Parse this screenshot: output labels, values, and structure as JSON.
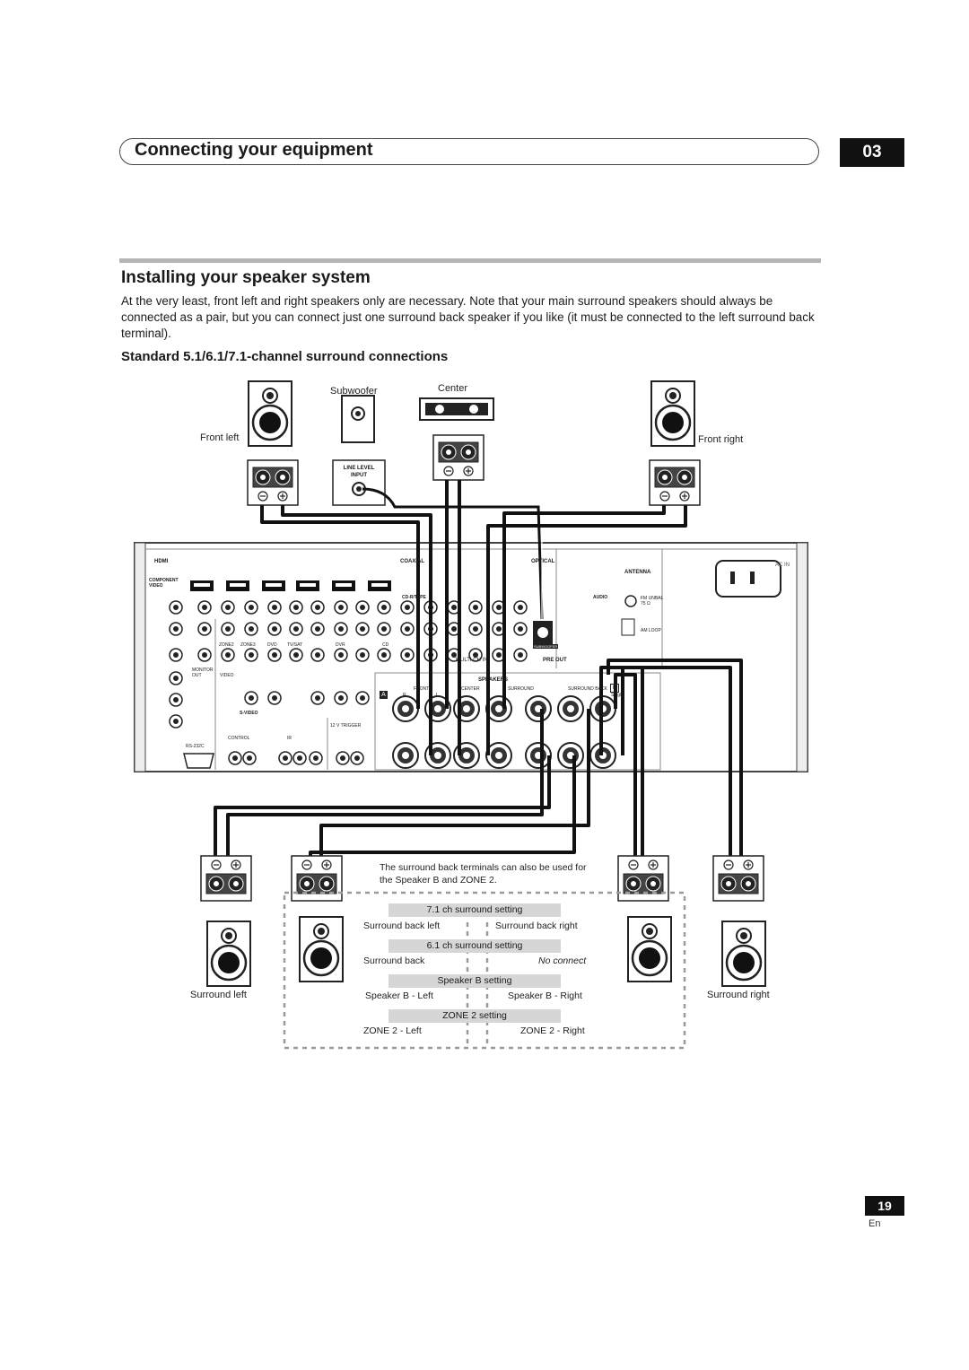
{
  "header": {
    "chapter_title": "Connecting your equipment",
    "chapter_number": "03"
  },
  "section": {
    "title": "Installing your speaker system",
    "intro": "At the very least, front left and right speakers only are necessary. Note that your main surround speakers should always be connected as a pair, but you can connect just one surround back speaker if you like (it must be connected to the left surround back terminal).",
    "subtitle": "Standard 5.1/6.1/7.1-channel surround connections"
  },
  "diagram": {
    "speakers": {
      "front_left": "Front left",
      "front_right": "Front right",
      "subwoofer": "Subwoofer",
      "center": "Center",
      "surround_left": "Surround left",
      "surround_right": "Surround right",
      "line_level_input": "LINE LEVEL INPUT"
    },
    "receiver": {
      "hdmi": "HDMI",
      "component_video": "COMPONENT VIDEO",
      "coaxial": "COAXIAL",
      "optical": "OPTICAL",
      "antenna": "ANTENNA",
      "ac_in": "AC IN",
      "fm_unbal": "FM UNBAL 75 Ω",
      "am_loop": "AM LOOP",
      "speakers": "SPEAKERS",
      "pre_out": "PRE OUT",
      "multi_ch_in": "MULTI CH IN",
      "s_video": "S-VIDEO",
      "control": "CONTROL",
      "ir": "IR",
      "rs232c": "RS-232C",
      "trigger": "12 V TRIGGER",
      "monitor_out": "MONITOR OUT",
      "video": "VIDEO",
      "zone2": "ZONE2",
      "zone3": "ZONE3",
      "dvd": "DVD",
      "tv_sat": "TV/SAT",
      "dvr": "DVR",
      "cd": "CD",
      "cd_r_tape": "CD-R/TAPE",
      "audio": "AUDIO",
      "front": "FRONT",
      "center": "CENTER",
      "surround": "SURROUND",
      "surround_back": "SURROUND BACK",
      "subwoofer": "SUBWOOFER",
      "terminal_a": "A",
      "terminal_b": "B",
      "r": "R",
      "l": "L",
      "single": "Single"
    },
    "surround_back_note": "The surround back terminals can also be used for the Speaker B and ZONE 2.",
    "settings": [
      {
        "header": "7.1 ch surround setting",
        "left": "Surround back left",
        "right": "Surround back right"
      },
      {
        "header": "6.1 ch surround setting",
        "left": "Surround back",
        "right": "No connect"
      },
      {
        "header": "Speaker B setting",
        "left": "Speaker B - Left",
        "right": "Speaker B - Right"
      },
      {
        "header": "ZONE 2 setting",
        "left": "ZONE 2 - Left",
        "right": "ZONE 2 - Right"
      }
    ]
  },
  "footer": {
    "page_number": "19",
    "language": "En"
  }
}
